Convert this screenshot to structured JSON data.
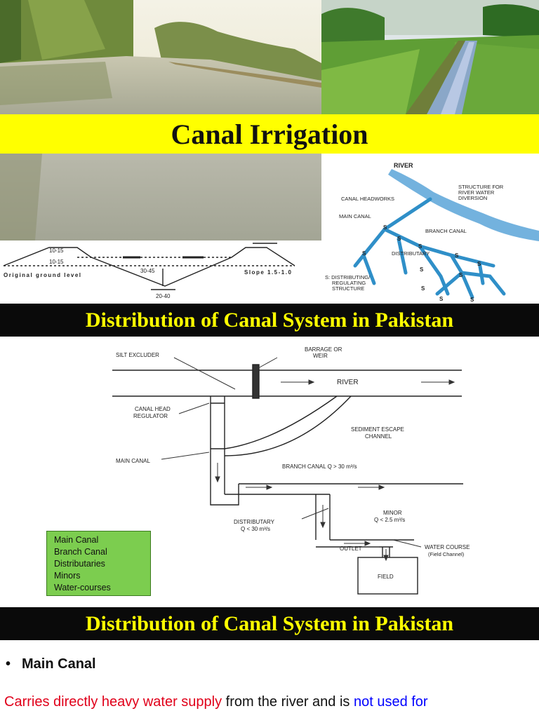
{
  "header_title": "Canal Irrigation",
  "cross_section": {
    "dims": [
      "10-15",
      "10-15",
      "30-45",
      "20-40"
    ],
    "ground_label": "Original ground level",
    "slope_label": "Slope 1.5-1.0"
  },
  "network_map": {
    "river": "RIVER",
    "structure": [
      "STRUCTURE FOR",
      "RIVER WATER",
      "DIVERSION"
    ],
    "headworks": "CANAL HEADWORKS",
    "main_canal": "MAIN CANAL",
    "branch_canal": "BRANCH CANAL",
    "distributary": "DISTRIBUTARY",
    "s_mark": "S",
    "legend": [
      "S: DISTRIBUTING/",
      "REGULATING",
      "STRUCTURE"
    ]
  },
  "banner_1": "Distribution of Canal System in Pakistan",
  "layout_diagram": {
    "silt_excluder": "SILT EXCLUDER",
    "barrage": [
      "BARRAGE OR",
      "WEIR"
    ],
    "river": "RIVER",
    "head_regulator": [
      "CANAL HEAD",
      "REGULATOR"
    ],
    "sediment_escape": [
      "SEDIMENT ESCAPE",
      "CHANNEL"
    ],
    "main_canal": "MAIN CANAL",
    "branch_canal": "BRANCH CANAL Q > 30 m³/s",
    "distributary": [
      "DISTRIBUTARY",
      "Q < 30 m³/s"
    ],
    "minor": [
      "MINOR",
      "Q < 2.5 m³/s"
    ],
    "outlet": "OUTLET",
    "water_course": [
      "WATER COURSE",
      "(Field Channel)"
    ],
    "field": "FIELD"
  },
  "legend_box": [
    "Main Canal",
    "Branch Canal",
    "Distributaries",
    "Minors",
    "Water-courses"
  ],
  "banner_2": "Distribution of Canal System in Pakistan",
  "bullet": "Main Canal",
  "description": {
    "part1": "Carries directly heavy water supply",
    "part2": " from the river and is ",
    "part3": "not used for"
  }
}
